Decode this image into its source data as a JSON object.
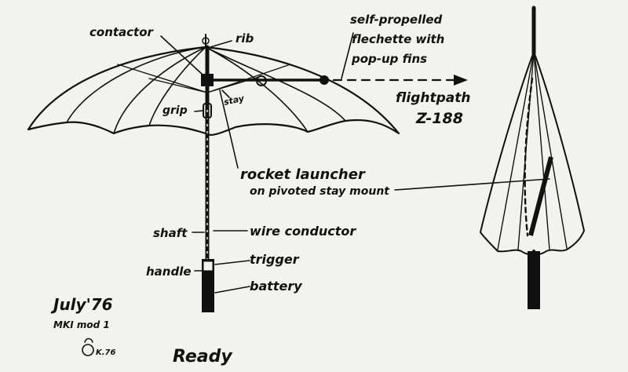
{
  "labels": {
    "contactor": "contactor",
    "rib": "rib",
    "grip": "grip",
    "stay": "stay",
    "fletchette_line1": "self-propelled",
    "fletchette_line2": "flechette with",
    "fletchette_line3": "pop-up fins",
    "flightpath_line1": "flightpath",
    "flightpath_line2": "Z-188",
    "rocket_line1": "rocket launcher",
    "rocket_line2": "on pivoted stay mount",
    "shaft": "shaft",
    "wire_conductor": "wire conductor",
    "handle": "handle",
    "trigger": "trigger",
    "battery": "battery",
    "date": "July'76",
    "model": "MKI mod 1",
    "initials": "K.76",
    "status": "Ready"
  }
}
